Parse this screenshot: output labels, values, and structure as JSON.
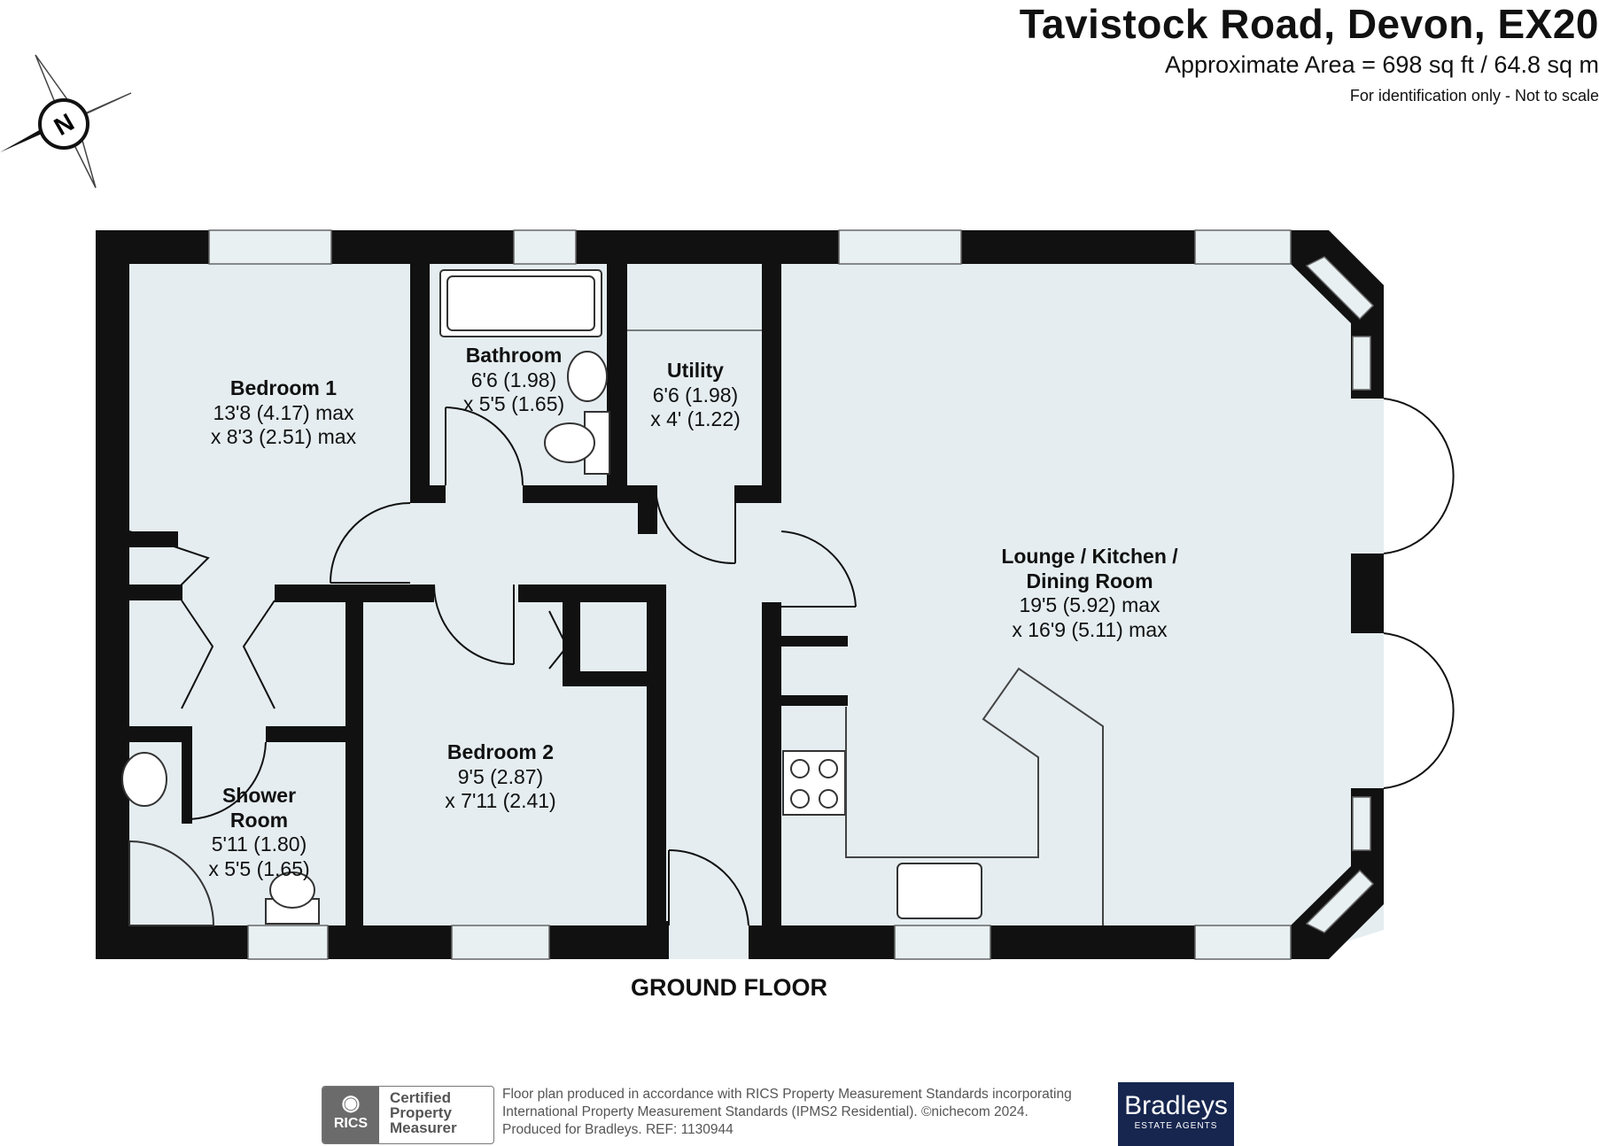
{
  "header": {
    "title": "Tavistock Road, Devon, EX20",
    "area": "Approximate Area = 698 sq ft / 64.8 sq m",
    "identification": "For identification only - Not to scale"
  },
  "compass": {
    "label": "N"
  },
  "rooms": {
    "bedroom1": {
      "name": "Bedroom 1",
      "dim1": "13'8 (4.17) max",
      "dim2": "x 8'3 (2.51) max"
    },
    "bathroom": {
      "name": "Bathroom",
      "dim1": "6'6 (1.98)",
      "dim2": "x 5'5 (1.65)"
    },
    "utility": {
      "name": "Utility",
      "dim1": "6'6 (1.98)",
      "dim2": "x 4' (1.22)"
    },
    "lounge": {
      "name1": "Lounge / Kitchen /",
      "name2": "Dining Room",
      "dim1": "19'5 (5.92) max",
      "dim2": "x 16'9 (5.11) max"
    },
    "bedroom2": {
      "name": "Bedroom 2",
      "dim1": "9'5 (2.87)",
      "dim2": "x 7'11 (2.41)"
    },
    "shower": {
      "name1": "Shower",
      "name2": "Room",
      "dim1": "5'11 (1.80)",
      "dim2": "x 5'5 (1.65)"
    }
  },
  "floor_label": "GROUND FLOOR",
  "footer": {
    "line1": "Floor plan produced in accordance with RICS Property Measurement Standards incorporating",
    "line2": "International Property Measurement Standards (IPMS2 Residential).  ©nichecom 2024.",
    "line3": "Produced for Bradleys.   REF:  1130944",
    "rics_mark": "RICS",
    "rics_text1": "Certified",
    "rics_text2": "Property",
    "rics_text3": "Measurer",
    "brand": "Bradleys",
    "brand_sub": "ESTATE AGENTS"
  },
  "colors": {
    "wall": "#111111",
    "floor": "#e5edf0",
    "window": "#e8f0f2"
  }
}
